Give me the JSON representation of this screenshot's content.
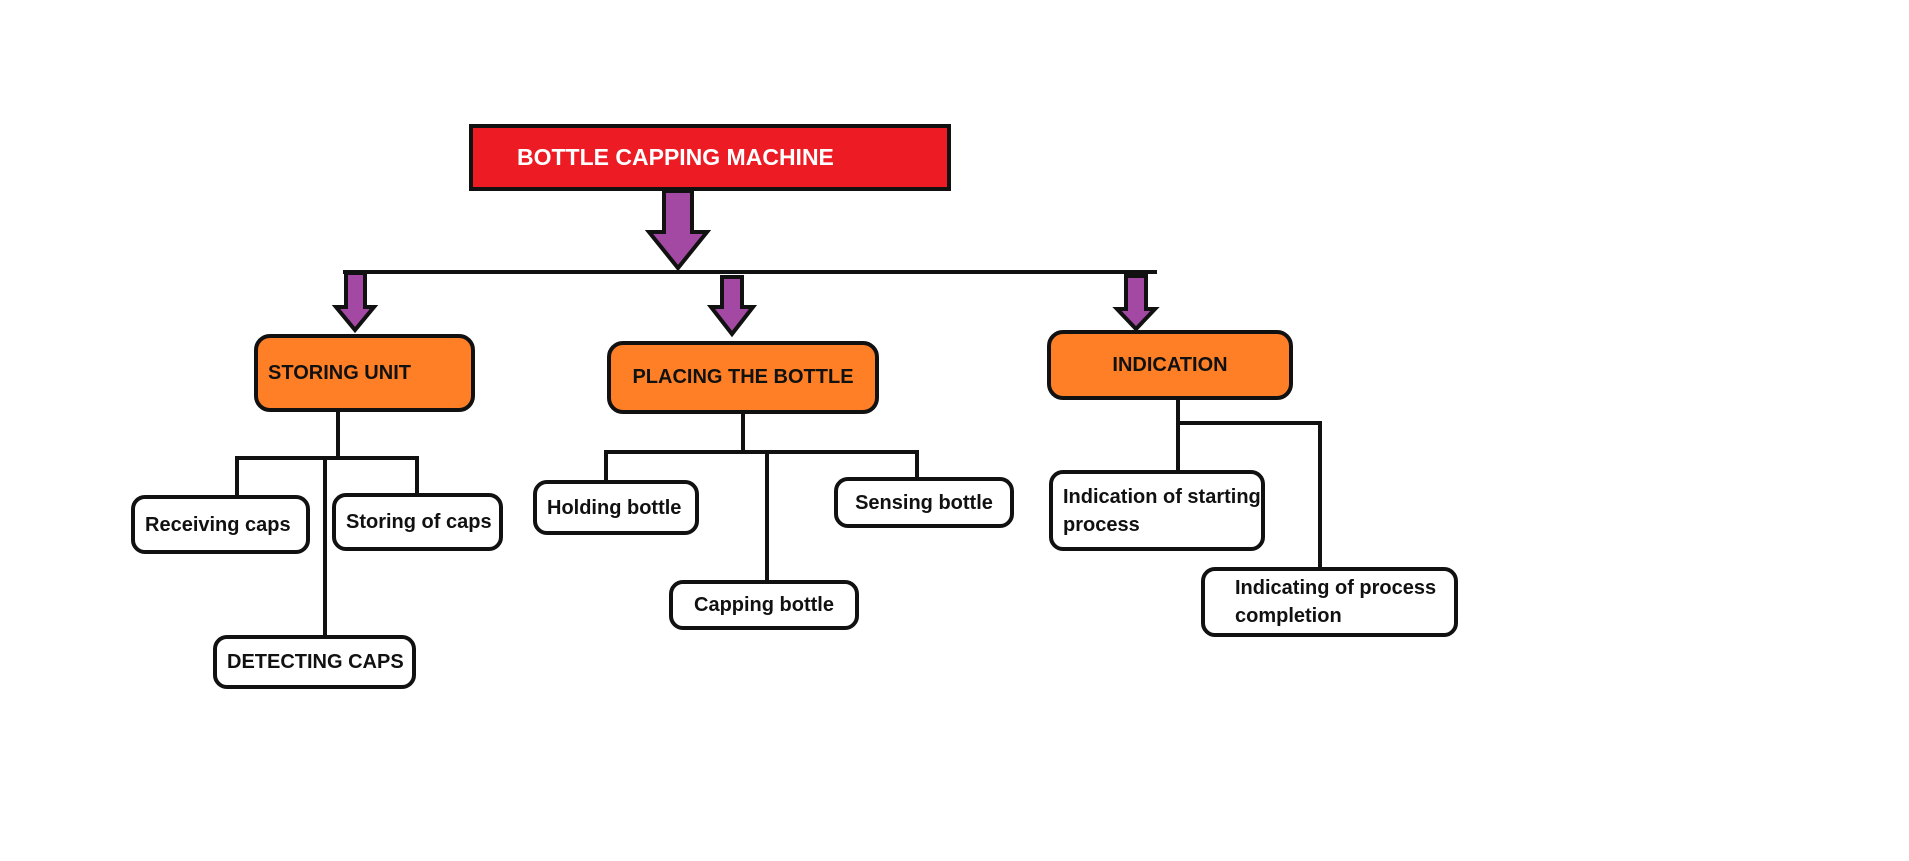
{
  "colors": {
    "root_fill": "#ed1c24",
    "category_fill": "#ff7f27",
    "arrow_fill": "#a349a4",
    "stroke": "#111111"
  },
  "diagram": {
    "root": {
      "label": "BOTTLE CAPPING MACHINE"
    },
    "categories": [
      {
        "label": "STORING UNIT",
        "children": [
          "Receiving caps",
          "Storing of caps",
          "DETECTING CAPS"
        ]
      },
      {
        "label": "PLACING THE BOTTLE",
        "children": [
          "Holding bottle",
          "Sensing bottle",
          "Capping bottle"
        ]
      },
      {
        "label": "INDICATION",
        "children": [
          "Indication of starting process",
          "Indicating of process completion"
        ]
      }
    ]
  }
}
